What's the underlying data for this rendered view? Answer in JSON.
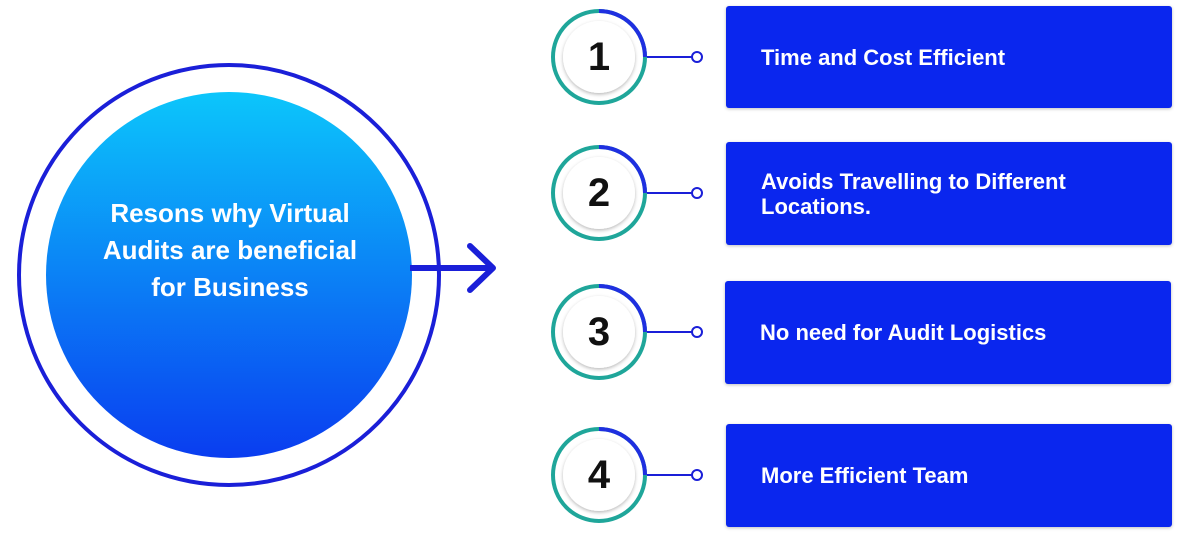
{
  "title_lines": [
    "Resons why Virtual",
    "Audits are beneficial",
    "for Business"
  ],
  "items": [
    {
      "number": "1",
      "lines": [
        "Time and Cost Efficient"
      ]
    },
    {
      "number": "2",
      "lines": [
        "Avoids Travelling to Different",
        "Locations."
      ]
    },
    {
      "number": "3",
      "lines": [
        "No need for Audit Logistics"
      ]
    },
    {
      "number": "4",
      "lines": [
        "More Efficient Team"
      ]
    }
  ],
  "colors": {
    "box": "#0a26ee",
    "ring_outer": "#1a1fd8",
    "circle_top": "#0cc6fb",
    "circle_bottom": "#0a3df0",
    "badge_teal": "#1fa69a",
    "badge_blue": "#1f2fe0",
    "connector": "#1a1fd8"
  }
}
